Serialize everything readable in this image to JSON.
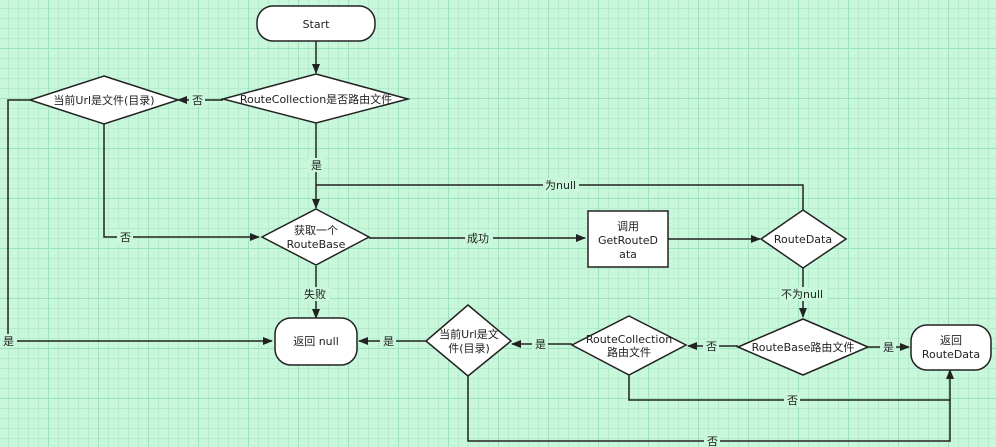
{
  "nodes": {
    "start": "Start",
    "route_collection_check": "RouteCollection是否路由文件",
    "url_is_file_1": "当前Url是文件(目录)",
    "get_routebase_line1": "获取一个",
    "get_routebase_line2": "RouteBase",
    "call_getroutedata_line1": "调用",
    "call_getroutedata_line2": "GetRouteD",
    "call_getroutedata_line3": "ata",
    "routedata": "RouteData",
    "return_null": "返回 null",
    "url_is_file_2_line1": "当前Url是文",
    "url_is_file_2_line2": "件(目录)",
    "route_collection_2_line1": "RouteCollection",
    "route_collection_2_line2": "路由文件",
    "routebase_file": "RouteBase路由文件",
    "return_routedata_line1": "返回",
    "return_routedata_line2": "RouteData"
  },
  "edges": {
    "no_1": "否",
    "yes_1": "是",
    "no_2": "否",
    "is_null": "为null",
    "success": "成功",
    "fail": "失败",
    "not_null": "不为null",
    "yes_left": "是",
    "yes_2": "是",
    "yes_3": "是",
    "no_3": "否",
    "yes_4": "是",
    "no_4": "否",
    "no_5": "否"
  }
}
